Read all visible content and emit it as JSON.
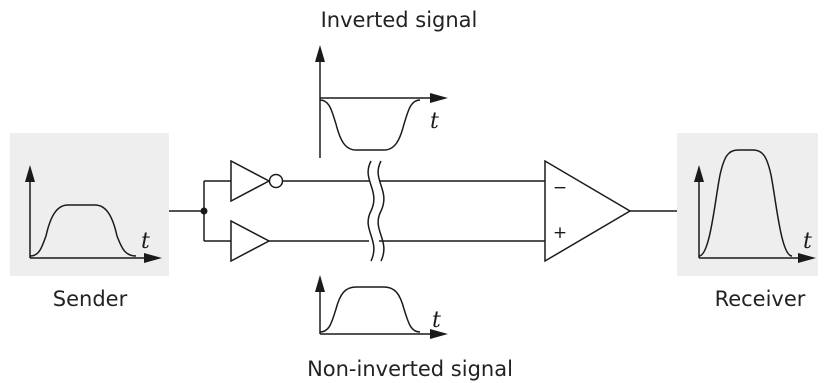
{
  "diagram": {
    "title": "",
    "labels": {
      "inverted": "Inverted signal",
      "non_inverted": "Non-inverted signal",
      "sender": "Sender",
      "receiver": "Receiver"
    },
    "axis_variable": "t",
    "receiver_inputs": {
      "minus": "−",
      "plus": "+"
    },
    "colors": {
      "panel_background": "#eeeeee",
      "stroke": "#1a1a1a",
      "text": "#222222"
    }
  }
}
